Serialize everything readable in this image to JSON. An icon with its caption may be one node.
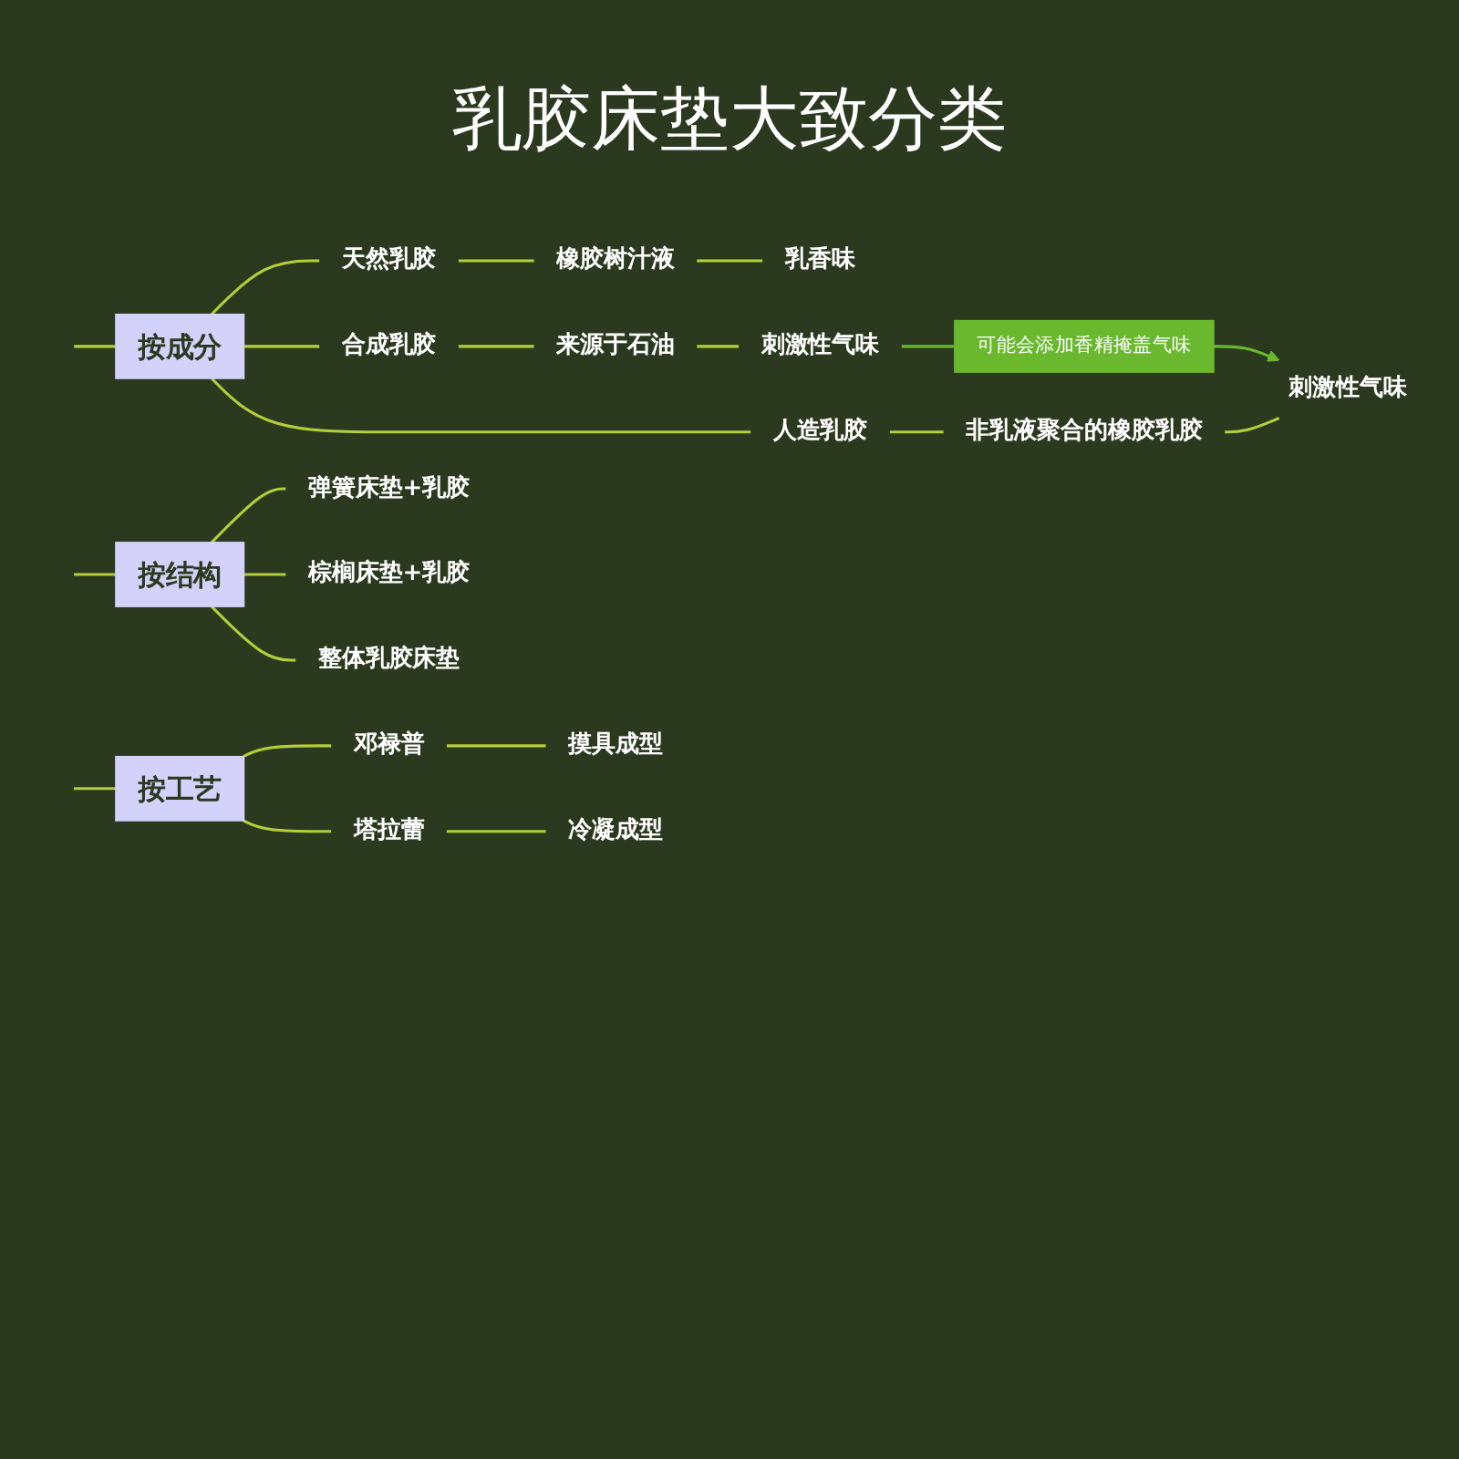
{
  "diagram": {
    "title": "乳胶床垫大致分类",
    "nodes": [
      {
        "text": [
          "按成分"
        ]
      },
      {
        "text": [
          "天然乳胶"
        ]
      },
      {
        "text": [
          "橡胶树汁液"
        ]
      },
      {
        "text": [
          "乳香味"
        ]
      },
      {
        "text": [
          "合成乳胶"
        ]
      },
      {
        "text": [
          "来源于石油"
        ]
      },
      {
        "text": [
          "刺激性气味"
        ]
      },
      {
        "text": [
          "可能会添加香精掩盖气味"
        ]
      },
      {
        "text": [
          "人造乳胶"
        ]
      },
      {
        "text": [
          "非乳液聚合的橡胶乳胶"
        ]
      },
      {
        "text": [
          "刺激性气味"
        ]
      },
      {
        "text": [
          "按结构"
        ]
      },
      {
        "text": [
          "弹簧床垫+乳胶"
        ]
      },
      {
        "text": [
          "棕榈床垫+乳胶"
        ]
      },
      {
        "text": [
          "整体乳胶床垫"
        ]
      },
      {
        "text": [
          "按工艺"
        ]
      },
      {
        "text": [
          "邓禄普"
        ]
      },
      {
        "text": [
          "摸具成型"
        ]
      },
      {
        "text": [
          "塔拉蕾"
        ]
      },
      {
        "text": [
          "冷凝成型"
        ]
      }
    ],
    "edges": [
      {
        "from": null,
        "to": 0,
        "arrow": "none"
      },
      {
        "from": 0,
        "to": 1,
        "arrow": "none"
      },
      {
        "from": 1,
        "to": 2,
        "arrow": "none"
      },
      {
        "from": 2,
        "to": 3,
        "arrow": "none"
      },
      {
        "from": 0,
        "to": 4,
        "arrow": "none"
      },
      {
        "from": 4,
        "to": 5,
        "arrow": "none"
      },
      {
        "from": 5,
        "to": 6,
        "arrow": "none"
      },
      {
        "from": 6,
        "to": 7,
        "arrow": "none",
        "color": "#6ab82e"
      },
      {
        "from": 7,
        "to": 10,
        "arrow": "to",
        "color": "#6ab82e"
      },
      {
        "from": 0,
        "to": 8,
        "arrow": "none"
      },
      {
        "from": 8,
        "to": 9,
        "arrow": "none"
      },
      {
        "from": 9,
        "to": 10,
        "arrow": "none"
      },
      {
        "from": null,
        "to": 11,
        "arrow": "none"
      },
      {
        "from": 11,
        "to": 12,
        "arrow": "none"
      },
      {
        "from": 11,
        "to": 13,
        "arrow": "none"
      },
      {
        "from": 11,
        "to": 14,
        "arrow": "none"
      },
      {
        "from": null,
        "to": 15,
        "arrow": "none"
      },
      {
        "from": 15,
        "to": 16,
        "arrow": "none"
      },
      {
        "from": 16,
        "to": 17,
        "arrow": "none"
      },
      {
        "from": 15,
        "to": 18,
        "arrow": "none"
      },
      {
        "from": 18,
        "to": 19,
        "arrow": "none"
      }
    ]
  }
}
